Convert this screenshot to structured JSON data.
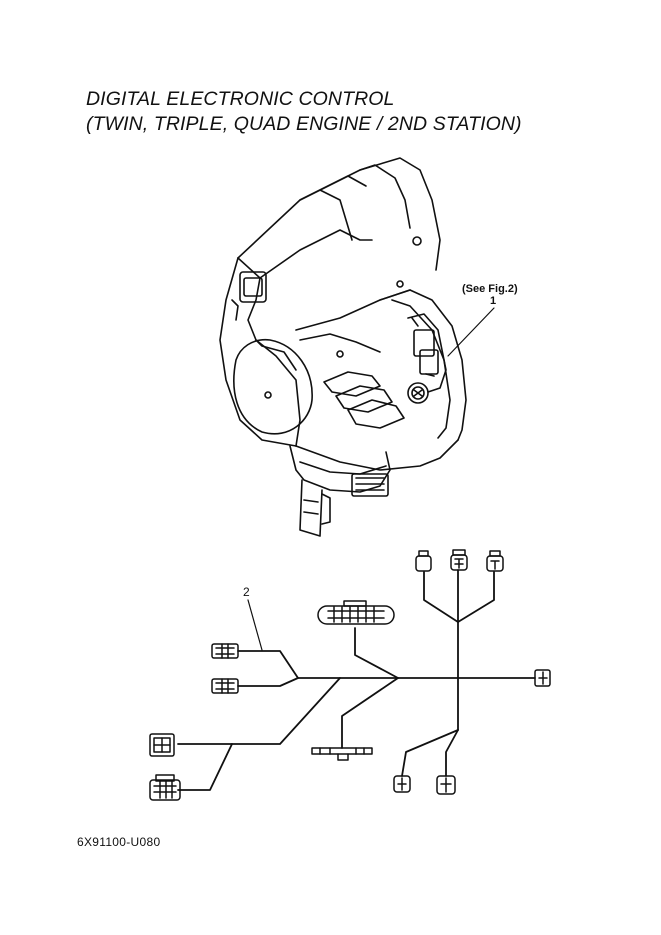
{
  "header": {
    "title_line1": "DIGITAL ELECTRONIC CONTROL",
    "title_line2": "(TWIN, TRIPLE, QUAD ENGINE / 2ND STATION)"
  },
  "callouts": {
    "part1_note": "(See Fig.2)",
    "part1_number": "1",
    "part2_number": "2"
  },
  "footer": {
    "drawing_number": "6X91100-U080"
  }
}
